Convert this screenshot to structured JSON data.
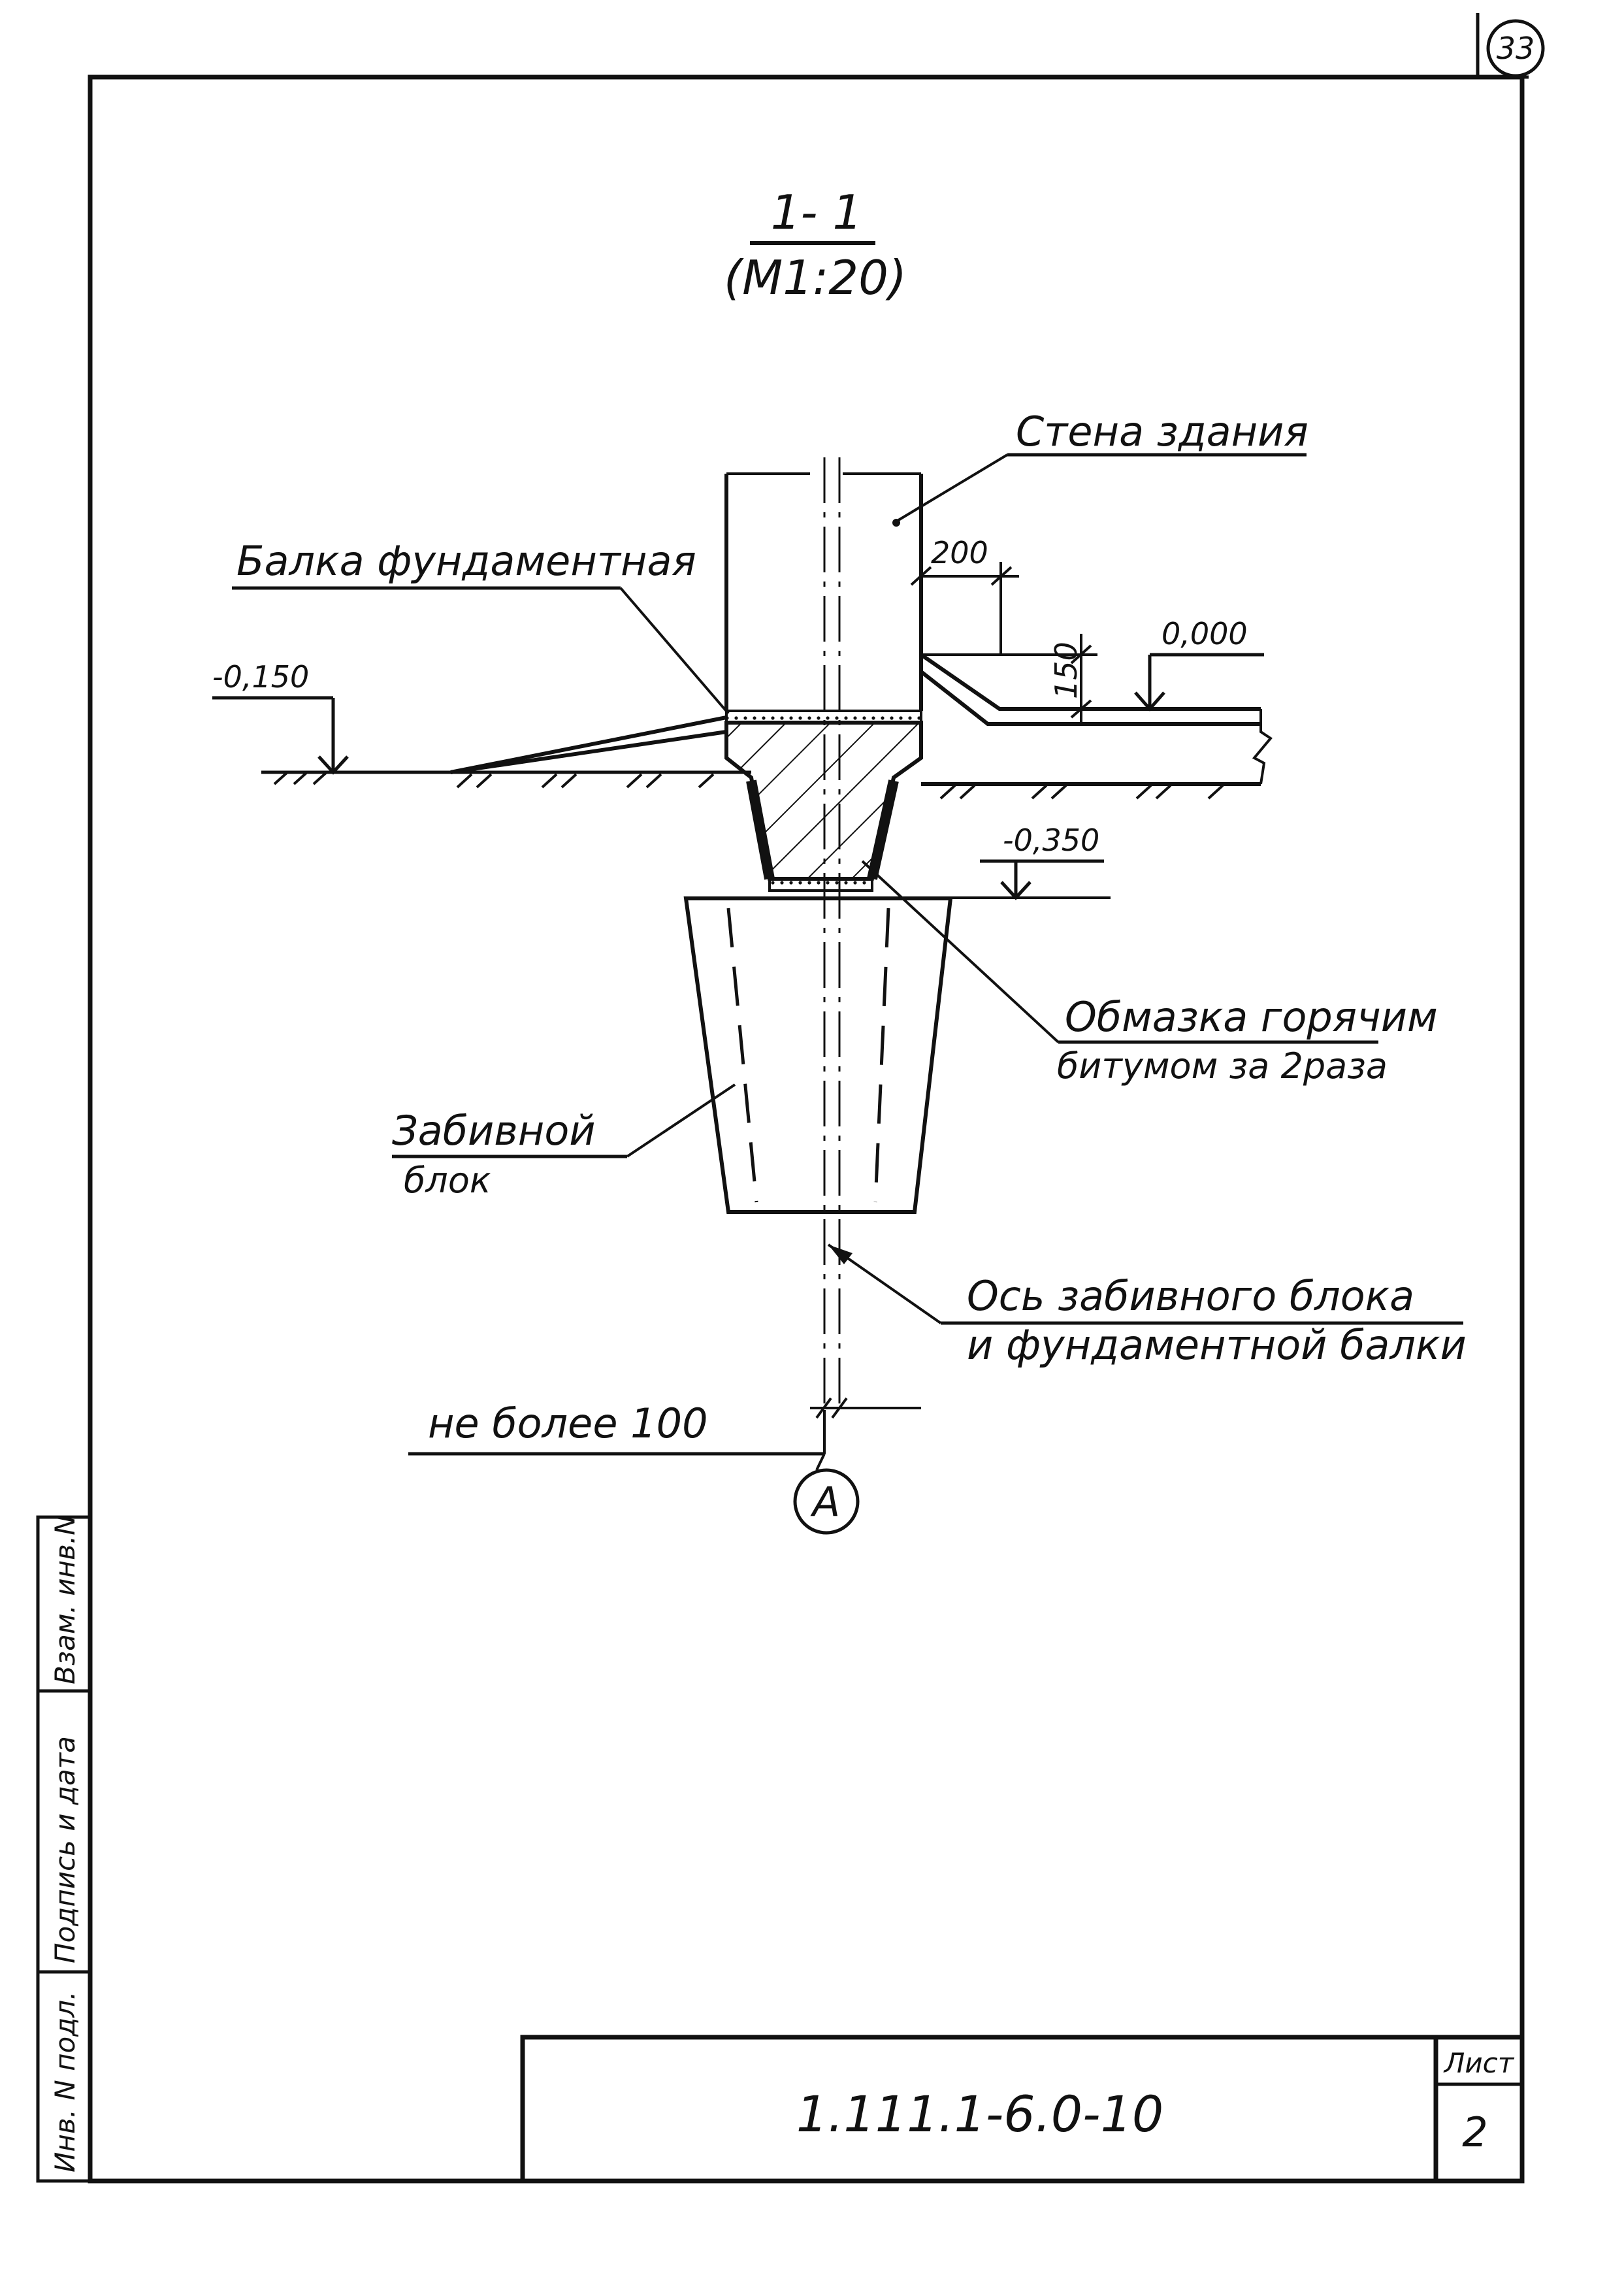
{
  "page_number": "33",
  "section": {
    "title": "1- 1",
    "scale": "(M1:20)"
  },
  "labels": {
    "wall": "Стена здания",
    "beam": "Балка фундаментная",
    "coating_line1": "Обмазка горячим",
    "coating_line2": "битумом за 2раза",
    "block_line1": "Забивной",
    "block_line2": "блок",
    "axis_line1": "Ось забивного блока",
    "axis_line2": "и фундаментной балки",
    "offset": "не более 100",
    "axis_mark": "А"
  },
  "dimensions": {
    "width_200": "200",
    "height_150": "150"
  },
  "levels": {
    "zero": "0,000",
    "minus_0150": "-0,150",
    "minus_0350": "-0,350"
  },
  "side_stamp": {
    "cell1": "Инв. N подл.",
    "cell2": "Подпись и дата",
    "cell3": "Взам. инв.N"
  },
  "title_block": {
    "code": "1.111.1-6.0-10",
    "sheet_label": "Лист",
    "sheet_number": "2"
  }
}
